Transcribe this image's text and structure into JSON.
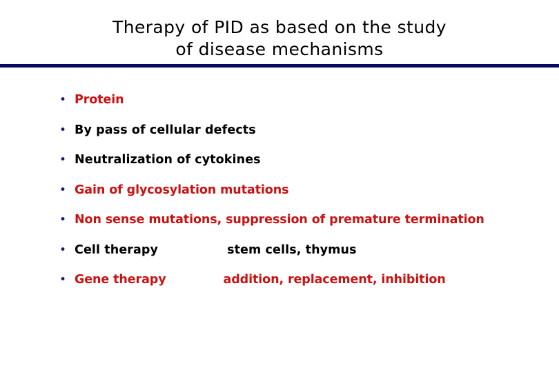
{
  "slide": {
    "title": {
      "line1": "Therapy of PID as based on the study",
      "line2": "of disease mechanisms"
    },
    "divider_color": "#0a0a64",
    "colors": {
      "text_black": "#000000",
      "text_red": "#cc1111",
      "bullet_navy": "#17177a",
      "background": "#ffffff"
    },
    "bullet_glyph": "•",
    "items": [
      {
        "label": "Protein",
        "color": "red",
        "detail": "",
        "detail_color": "red",
        "has_detail": false
      },
      {
        "label": "By pass of cellular defects",
        "color": "black",
        "detail": "",
        "detail_color": "black",
        "has_detail": false
      },
      {
        "label": "Neutralization of cytokines",
        "color": "black",
        "detail": "",
        "detail_color": "black",
        "has_detail": false
      },
      {
        "label": "Gain of glycosylation mutations",
        "color": "red",
        "detail": "",
        "detail_color": "red",
        "has_detail": false
      },
      {
        "label": "Non sense mutations, suppression of premature termination",
        "color": "red",
        "detail": "",
        "detail_color": "red",
        "has_detail": false
      },
      {
        "label": "Cell therapy",
        "color": "black",
        "detail": "stem cells, thymus",
        "detail_color": "black",
        "has_detail": true
      },
      {
        "label": "Gene therapy",
        "color": "red",
        "detail": "addition, replacement, inhibition",
        "detail_color": "red",
        "has_detail": true
      }
    ]
  }
}
